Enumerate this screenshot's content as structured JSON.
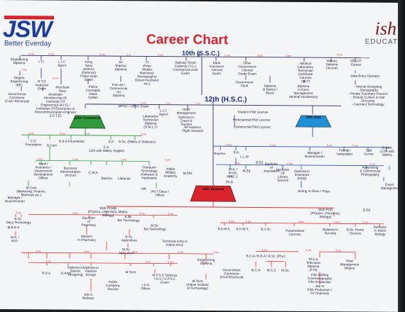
{
  "brand": {
    "logo": "JSW",
    "tagline": "Better Everday",
    "partner_mark": "ish",
    "partner_text": "EDUCAT"
  },
  "title": "Career Chart",
  "ssc": "10th (S.S.C.)",
  "hsc": "12th (H.S.C.)",
  "streams": {
    "commerce": "12th\nCommerce",
    "arts": "12th\nArts",
    "science": "12th\nScience"
  },
  "labels": {
    "l01": "Engineering\nDiploma",
    "l02": "I.T.I",
    "l03": "L.I.C\nAgent",
    "l04": "Army\nNavy\nAirforce\n(Defence)\nPolice Dept\nExam",
    "l05": "Art\nTeacher\nDiploma",
    "l06": "ITI\n(Fitter\nWelder\nMachinist,\nStenographer\nDiesel mechanic etc.)",
    "l07": "Railway Ticket\nCollector (T.C.)\nCommercial clerk\nExam",
    "l08": "Bank\nInsurance\nClerical\nExam",
    "l09": "Other\nGovernment\nClerical\nGrade Exam",
    "l10": "Medical\nLaboratory\nTechnician\nCertificate\nCourses\n(MLT)",
    "l11": "Various\nDiploma\nCourses",
    "l12": "MS-CIT\nCourse",
    "l13": "Data Entry Operator",
    "l14": "Degree\nEngineering\n(BE)",
    "l15": "R.T.O\nInspector\nExam",
    "l16": "Merchant\nNavy",
    "l17": "Police\nConstable\nNavik\nSoldier",
    "l18": "Fine Art /\nCommercial\nArt\nDiploma",
    "l19": "Government\nClerk",
    "l20": "Diploma\nIn Dance /\nMusic",
    "l21": "Diploma\nIn Farm\nManagement\n(Animal Husbandry)",
    "l22": "- Interior Designing\n- Stenography\n- Private Secretary Practice\n- Beauty Culture & Hair Dressing\n- Garment Technology",
    "l23": "Government\nContractor\n(Civil / Electrical)",
    "l24": "Associate\nMembership Of\nInstitution Of\nEngineers(A.M.I.E) /\nInstitution Of Electronics &\nTelecommunication Engineer\n(I.E.T.E)",
    "l25": "MPSC / UPSC Exam",
    "l26": "L.I.C\nAgent",
    "l27": "Laboratory\nTechnician\nDiploma\n(D.M.L.T)",
    "l28": "Hotel\nManagement",
    "l29": "Diploma in\nTravel &\nTourism",
    "l30": "Air Hostess\nFlight Steward",
    "l31": "Student Pilot License",
    "l32": "Professional Pilot License",
    "l33": "Commercial Pilot License",
    "l34": "C.S.\nFoundation",
    "l35": "B.Com",
    "l36": "B.B.A Foundation",
    "l37": "B.S.",
    "l38": "B.Sc. (Maths & Statistics)",
    "l39": "C.A.\n12th with Maths, English",
    "l40": "Teacher",
    "l41": "B.A.",
    "l42": "L.L.M",
    "l43": "B.Ed",
    "l44": "Bachelor\nof\nJournalism",
    "l45": "Manager /\nBusinessman",
    "l46": "Foreign\nLanguages",
    "l47": "Call\nCenter",
    "l48": "B.Arch\n(12th with Maths)",
    "l49": "Bank /\nInsurance /\nGovernment\nDevelopment\nOfficer",
    "l50": "Business\nAdministration\n(M.B.A)",
    "l51": "C.W.A",
    "l52": "Teacher",
    "l53": "Librarian",
    "l54": "Computer\nTechnology\n(Software &\nHardware)",
    "l55": "Indian\nMilitary\nAcademy",
    "l56": "M.Phil",
    "l57": "M.A. /\nM.Lib.\nM.C.J",
    "l58": "M.Ed",
    "l59": "Bachelor\nOf\nLibrary\nScience",
    "l60": "Diploma in\nDramatics\n(NSD)",
    "l61": "Acting In Films / Plays",
    "l62": "Advertising\n& Commercial\nPhotography",
    "l63": "Event\nManagement",
    "l64": "M.Com\n(Marketing, Finance,\nMaterials etc.)",
    "l65": "Manager /\nBusinessman",
    "l66": "IAS / Class I\nOfficer",
    "l67": "Job",
    "l68": "M.A.",
    "l69": "Ph.D",
    "l70": "With PCMB\n(Physics, Chemistry, Maths, Biology)",
    "l71": "With PCB\n(Physics, Chemistry, Biology)",
    "l72": "D.Ed",
    "l73": "B.Sc.\nDairy Technology",
    "l74": "Bachelor\nof\nPharmacy",
    "l75": "B.Sc.\nBio Technology",
    "l76": "Masters\nIn Pharmacy",
    "l77": "M.Sc.\nBio Technology",
    "l78": "B.A.M.S",
    "l79": "B.H.M.S",
    "l80": "B.V.Sc",
    "l81": "Paramedical\nCourses",
    "l82": "Diploma In\nNursing",
    "l83": "B.Sc. Home\nScience",
    "l84": "Bachelor\nIn Micro\nBiology",
    "l85": "M.B.B.S",
    "l86": "M.S. / M.D.",
    "l87": "B.Sc.\nAgriculture",
    "l88": "M.Sc.\nAgriculture",
    "l89": "Technical entry in\nIndian Army",
    "l90": "Engineering\nDiploma",
    "l91": "B.C.A / B.B.A / B.Sc. (Phy.)",
    "l92": "M.C.A",
    "l93": "M.C.S",
    "l94": "M.Sc.",
    "l95": "Film &\nTelevision\nDiploma\n(FTII)",
    "l96": "Hotel\nManagement\nDegree",
    "l97": "N.D.A",
    "l98": "B.Arch",
    "l99": "Diploma in\nInterior\nDesigning",
    "l100": "Diploma in\nFashion\nDesign",
    "l101": "M.Tech",
    "l102": "I.A.S\nOfficer",
    "l103": "Public\nCompany\nService",
    "l104": "Government\nContractor\n(Civil /Electrical)",
    "l105": "M.Tech\n(Indian Institute\nof Technology)",
    "l106": "Film Editing\nCinematography\nFilm Production",
    "l107": "Job In\nFilm Production /\nTV Channels",
    "l108": "M.P.S.C Defence\nI.A.S / U.P.S.C\nExam",
    "l109": "Job in\nRailway"
  },
  "duration_marks": [
    "3 yrs",
    "2 yrs",
    "1 yr",
    "4 yrs",
    "5 yrs",
    "6 mths"
  ],
  "colors": {
    "brand_blue": "#1e3d9a",
    "brand_red": "#d9232d",
    "commerce_green": "#2f9a3a",
    "arts_blue": "#1f8fd6",
    "science_red": "#d9232d",
    "line_dark": "#2a2a6a",
    "line_red": "#e03030",
    "line_green": "#2f9a3a",
    "line_blue": "#2050b0"
  }
}
